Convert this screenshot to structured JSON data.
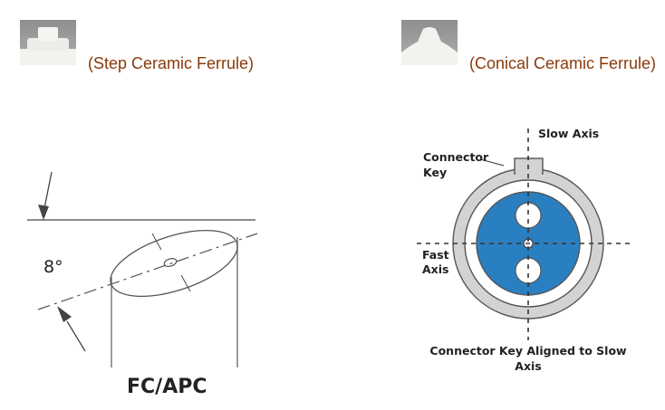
{
  "left_panel": {
    "caption": "(Step Ceramic Ferrule)",
    "angle_label": "8°",
    "connector_label": "FC/APC"
  },
  "right_panel": {
    "caption": "(Conical Ceramic Ferrule)",
    "slow_axis_label": "Slow Axis",
    "connector_key_label_line1": "Connector",
    "connector_key_label_line2": "Key",
    "fast_axis_label_line1": "Fast",
    "fast_axis_label_line2": "Axis",
    "bottom_label_line1": "Connector Key Aligned to Slow",
    "bottom_label_line2": "Axis"
  },
  "colors": {
    "caption": "#8a3a0a",
    "fiber_core": "#2a7fc1",
    "ring_gray": "#d3d3d3",
    "outline": "#555555"
  }
}
